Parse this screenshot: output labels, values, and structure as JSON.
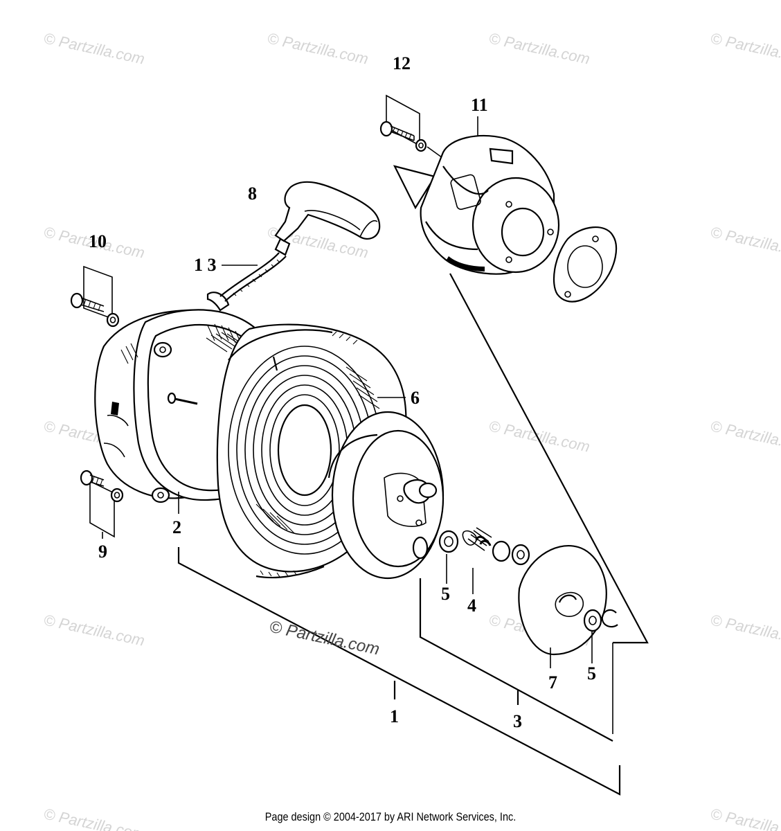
{
  "watermark": {
    "text": "© Partzilla.com"
  },
  "center_watermark": "© Partzilla.com",
  "footer": "Page design © 2004-2017 by ARI Network Services, Inc.",
  "callouts": {
    "c1": "1",
    "c2": "2",
    "c3": "3",
    "c4": "4",
    "c5a": "5",
    "c5b": "5",
    "c6": "6",
    "c7": "7",
    "c8": "8",
    "c9": "9",
    "c10": "10",
    "c11": "11",
    "c12": "12",
    "c13": "1 3"
  }
}
